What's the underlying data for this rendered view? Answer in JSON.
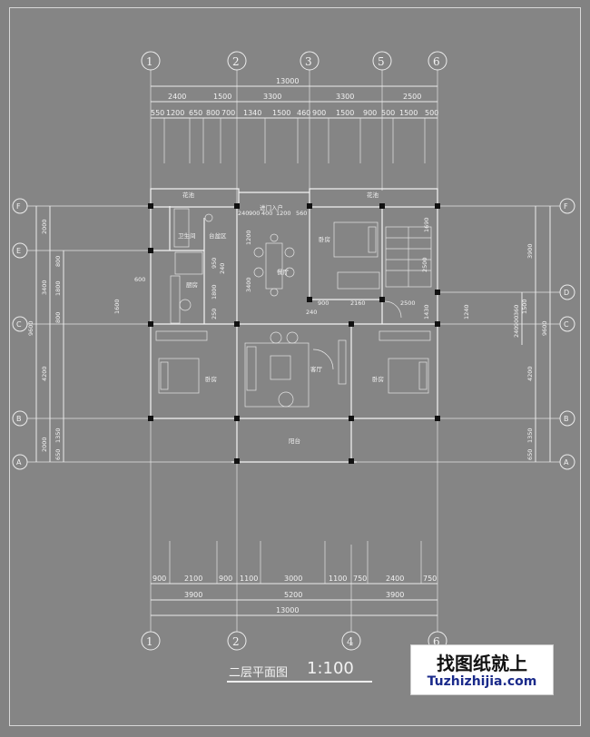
{
  "plan": {
    "title": "二层平面图",
    "scale": "1:100",
    "logo_cn": "找图纸就上",
    "logo_en": "Tuzhizhijia.com"
  },
  "axes": {
    "top": [
      "1",
      "2",
      "3",
      "5",
      "6"
    ],
    "bottom": [
      "1",
      "2",
      "4",
      "6"
    ],
    "left": [
      "F",
      "E",
      "C",
      "B",
      "A"
    ],
    "right": [
      "F",
      "D",
      "C",
      "B",
      "A"
    ]
  },
  "dims": {
    "top_total": "13000",
    "top_row1": [
      "2400",
      "1500",
      "3300",
      "3300",
      "2500"
    ],
    "top_row2": [
      "550",
      "1200",
      "650",
      "800",
      "700",
      "1340",
      "1500",
      "460",
      "900",
      "1500",
      "900",
      "500",
      "1500",
      "500"
    ],
    "bottom_row1": [
      "900",
      "2100",
      "900",
      "1100",
      "3000",
      "1100",
      "750",
      "2400",
      "750"
    ],
    "bottom_row2": [
      "3900",
      "5200",
      "3900"
    ],
    "bottom_total": "13000",
    "left_outer": [
      "9600"
    ],
    "left_row1": [
      "2000",
      "3400",
      "4200",
      "2000"
    ],
    "left_row2": [
      "800",
      "1800",
      "800",
      "1350",
      "650"
    ],
    "right_outer": [
      "9600"
    ],
    "right_row1": [
      "3900",
      "4200",
      "1350",
      "650"
    ],
    "right_row2": [
      "240",
      "900",
      "360",
      "1500"
    ],
    "inner": [
      "240",
      "900",
      "400",
      "1200",
      "560",
      "1200",
      "950",
      "1800",
      "250",
      "240",
      "900",
      "2160",
      "2500",
      "3400",
      "1690",
      "1240",
      "600",
      "1600",
      "240",
      "1430",
      "2500"
    ]
  },
  "rooms": {
    "garden1": "花池",
    "garden2": "花池",
    "entry": "进门入户",
    "bath": "卫生间",
    "wash": "台盆区",
    "kitchen": "厨房",
    "dining": "餐厅",
    "bedroom_ne": "卧房",
    "living": "客厅",
    "bedroom_sw": "卧房",
    "bedroom_se": "卧房",
    "balcony": "阳台"
  }
}
